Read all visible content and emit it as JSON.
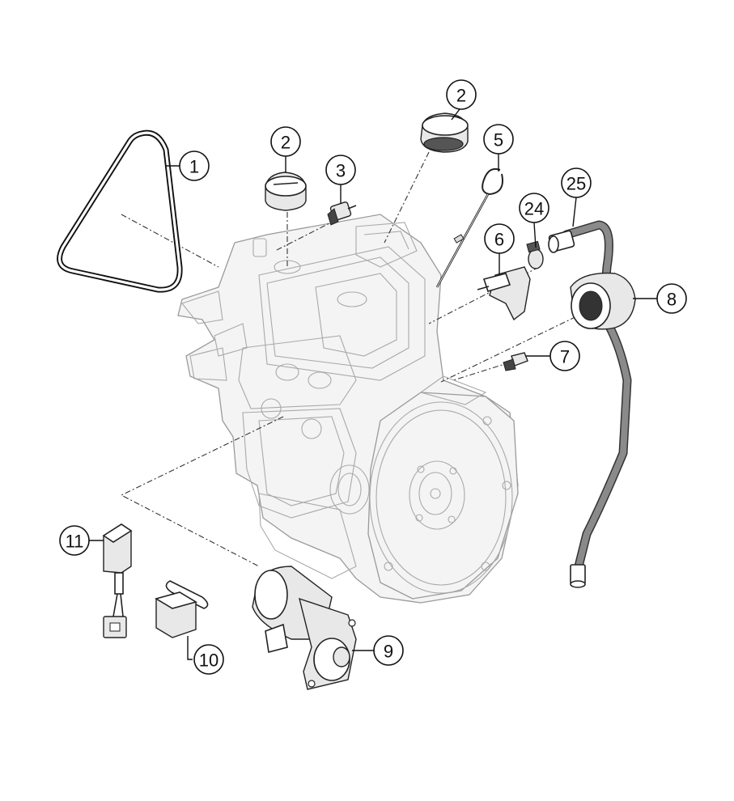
{
  "callouts": [
    {
      "id": "c1",
      "label": "1"
    },
    {
      "id": "c2a",
      "label": "2"
    },
    {
      "id": "c2b",
      "label": "2"
    },
    {
      "id": "c3",
      "label": "3"
    },
    {
      "id": "c5",
      "label": "5"
    },
    {
      "id": "c24",
      "label": "24"
    },
    {
      "id": "c25",
      "label": "25"
    },
    {
      "id": "c6",
      "label": "6"
    },
    {
      "id": "c8",
      "label": "8"
    },
    {
      "id": "c7",
      "label": "7"
    },
    {
      "id": "c11",
      "label": "11"
    },
    {
      "id": "c10",
      "label": "10"
    },
    {
      "id": "c9",
      "label": "9"
    }
  ]
}
